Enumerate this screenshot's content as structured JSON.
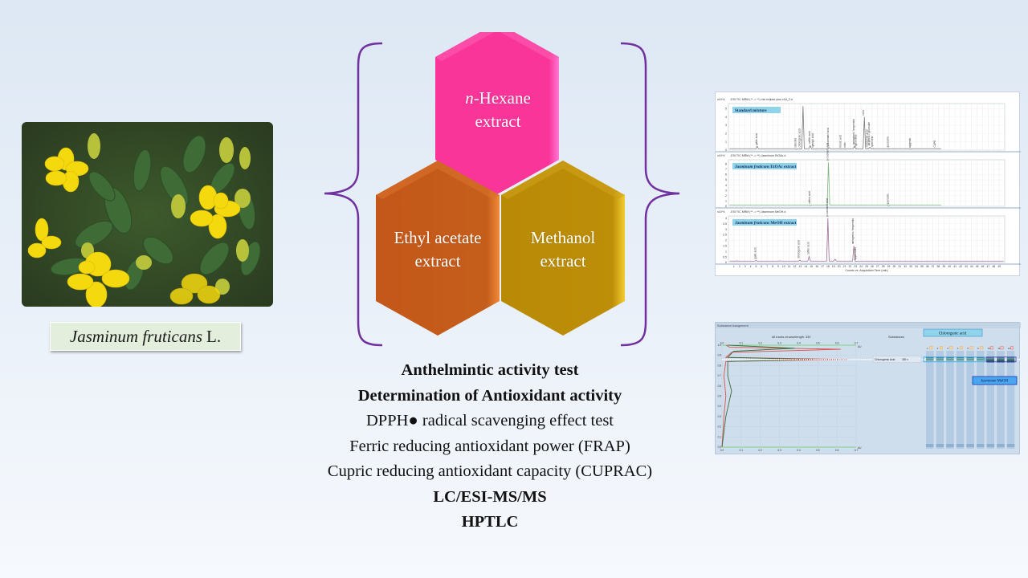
{
  "plant": {
    "caption_genus_species": "Jasminum fruticans",
    "caption_author": "L.",
    "photo_subject": "yellow-jasmine-flowers"
  },
  "extracts": [
    {
      "prefix": "n",
      "label_rest": "-Hexane",
      "line2": "extract",
      "color": "#f9359a"
    },
    {
      "prefix": "",
      "label_rest": "Ethyl acetate",
      "line2": "extract",
      "color": "#c55c19"
    },
    {
      "prefix": "",
      "label_rest": "Methanol",
      "line2": "extract",
      "color": "#bc8c07"
    }
  ],
  "bracket_color": "#7030a0",
  "methods": [
    {
      "text": "Anthelmintic activity test",
      "bold": true
    },
    {
      "text": "Determination of Antioxidant activity",
      "bold": true
    },
    {
      "text": "DPPH● radical scavenging  effect test",
      "bold": false
    },
    {
      "text": "Ferric reducing antioxidant power (FRAP)",
      "bold": false
    },
    {
      "text": "Cupric reducing antioxidant capacity (CUPRAC)",
      "bold": false
    },
    {
      "text": "LC/ESI-MS/MS",
      "bold": true
    },
    {
      "text": "HPTLC",
      "bold": true
    }
  ],
  "chart_data": [
    {
      "type": "line",
      "title": "LC/ESI-MS/MS TIC chromatograms",
      "xlabel": "Counts vs. Acquisition Time (min)",
      "x_ticks": [
        1,
        2,
        3,
        4,
        5,
        6,
        7,
        8,
        9,
        10,
        11,
        12,
        13,
        14,
        15,
        16,
        17,
        18,
        19,
        20,
        21,
        22,
        23,
        24,
        25,
        26,
        27,
        28,
        29,
        30,
        31,
        32,
        33,
        34,
        35,
        36,
        37,
        38,
        39,
        40,
        41,
        42,
        43,
        44,
        45,
        46,
        47,
        48,
        49
      ],
      "xlim": [
        0,
        50
      ],
      "panels": [
        {
          "header": "-ESI TIC MRM (** -> **) mix eclipse plus c18_2.d",
          "label": "Standard mixture",
          "label_bold": "Standard mixture",
          "y_exponent": "x10^4",
          "yticks": [
            0,
            1,
            2,
            3,
            4,
            5
          ],
          "ylim": [
            0,
            5.6
          ],
          "color": "#7a7a7a",
          "peaks": [
            {
              "x": 5.2,
              "y": 0.45,
              "name": "gallic acid"
            },
            {
              "x": 12.3,
              "y": 0.1,
              "name": "catechin"
            },
            {
              "x": 13.0,
              "y": 0.15,
              "name": "chlorogenic acid"
            },
            {
              "x": 13.5,
              "y": 5.3,
              "name": ""
            },
            {
              "x": 14.8,
              "y": 0.55,
              "name": "caffeic acid"
            },
            {
              "x": 15.4,
              "y": 0.12,
              "name": "syringic acid"
            },
            {
              "x": 18.2,
              "y": 0.3,
              "name": "p-coumaric acid"
            },
            {
              "x": 20.4,
              "y": 0.15,
              "name": "ferulic acid"
            },
            {
              "x": 21.2,
              "y": 0.12,
              "name": "rutin"
            },
            {
              "x": 22.8,
              "y": 0.45,
              "name": "naringenin / hesperidin"
            },
            {
              "x": 23.2,
              "y": 0.2,
              "name": "hyperoside"
            },
            {
              "x": 24.6,
              "y": 4.0,
              "name": "rutin"
            },
            {
              "x": 25.2,
              "y": 0.2,
              "name": "rosmarinic acid"
            },
            {
              "x": 25.6,
              "y": 0.35,
              "name": "apigenin-7-glucoside"
            },
            {
              "x": 26.2,
              "y": 0.2,
              "name": "quercitrin"
            },
            {
              "x": 29.0,
              "y": 0.15,
              "name": "quercetin"
            },
            {
              "x": 33.0,
              "y": 0.1,
              "name": "apigenin"
            },
            {
              "x": 37.5,
              "y": 0.15,
              "name": "CAPE"
            }
          ]
        },
        {
          "header": "-ESI TIC MRM (** -> **) Jasminum EtOAc.d",
          "label_italic": "Jasminum fruticans",
          "label_bold": "EtOAc extract",
          "y_exponent": "x10^4",
          "yticks": [
            0,
            1,
            2,
            3,
            4,
            5,
            6,
            7,
            8
          ],
          "ylim": [
            0,
            8.8
          ],
          "color": "#7fb37f",
          "peaks": [
            {
              "x": 14.8,
              "y": 0.15,
              "name": "caffeic acid"
            },
            {
              "x": 18.1,
              "y": 8.3,
              "name": "p-coumaric acid"
            },
            {
              "x": 29.0,
              "y": 0.05,
              "name": "quercetin"
            }
          ]
        },
        {
          "header": "-ESI TIC MRM (** -> **) Jasminum MeOH.d",
          "label_italic": "Jasminum fruticans",
          "label_bold": "MeOH extract",
          "y_exponent": "x10^4",
          "yticks": [
            0,
            0.5,
            1,
            1.5,
            2,
            2.5,
            3,
            3.5,
            4
          ],
          "ylim": [
            0,
            4.2
          ],
          "color": "#9e6f99",
          "peaks": [
            {
              "x": 1.5,
              "y": 0.15,
              "name": ""
            },
            {
              "x": 5.0,
              "y": 0.18,
              "name": "gallic acid"
            },
            {
              "x": 9.3,
              "y": 0.15,
              "name": ""
            },
            {
              "x": 12.9,
              "y": 0.2,
              "name": "chlorogenic acid"
            },
            {
              "x": 14.6,
              "y": 0.55,
              "name": "caffeic acid"
            },
            {
              "x": 18.0,
              "y": 4.0,
              "name": "p-coumaric acid"
            },
            {
              "x": 19.3,
              "y": 0.3,
              "name": ""
            },
            {
              "x": 22.7,
              "y": 1.5,
              "name": "naringenin / hesperidin"
            },
            {
              "x": 23.1,
              "y": 0.1,
              "name": "hyperoside"
            }
          ]
        }
      ]
    },
    {
      "type": "line",
      "title": "Substance Assignment",
      "subtitle": "All tracks at wavelength: 330",
      "substances_label": "Substances",
      "substance_selected": "Chlorogenic Acid",
      "wavelength_option": "330",
      "xlabel": "AU",
      "x_ticks": [
        0.0,
        0.1,
        0.2,
        0.3,
        0.4,
        0.5,
        0.6,
        0.7
      ],
      "y_ticks": [
        0.0,
        0.1,
        0.2,
        0.3,
        0.4,
        0.5,
        0.6,
        0.7,
        0.8,
        0.9,
        1.0
      ],
      "xlim": [
        0,
        0.7
      ],
      "ylim": [
        0,
        1.0
      ],
      "highlight_label": "Chlorogenic acid",
      "sample_label_italic": "Jasminum",
      "sample_label_rest": "MeOH",
      "tracks": [
        "1",
        "2",
        "3",
        "4",
        "5",
        "6",
        "10",
        "11",
        "12"
      ],
      "chlorogenic_rf": 0.86,
      "series": [
        {
          "name": "standard tracks",
          "color": "#d9534f",
          "points": [
            [
              0.0,
              0.0
            ],
            [
              0.01,
              0.3
            ],
            [
              0.02,
              0.5
            ],
            [
              0.01,
              0.7
            ],
            [
              0.02,
              0.84
            ],
            [
              0.66,
              0.86
            ],
            [
              0.02,
              0.88
            ],
            [
              0.05,
              0.93
            ],
            [
              0.62,
              0.96
            ],
            [
              0.04,
              0.98
            ],
            [
              0.02,
              1.0
            ]
          ]
        },
        {
          "name": "sample tracks",
          "color": "#3b6b3b",
          "points": [
            [
              0.0,
              0.0
            ],
            [
              0.02,
              0.3
            ],
            [
              0.05,
              0.55
            ],
            [
              0.03,
              0.7
            ],
            [
              0.03,
              0.84
            ],
            [
              0.48,
              0.86
            ],
            [
              0.03,
              0.88
            ],
            [
              0.06,
              0.94
            ],
            [
              0.38,
              0.97
            ],
            [
              0.03,
              1.0
            ]
          ]
        }
      ]
    }
  ]
}
